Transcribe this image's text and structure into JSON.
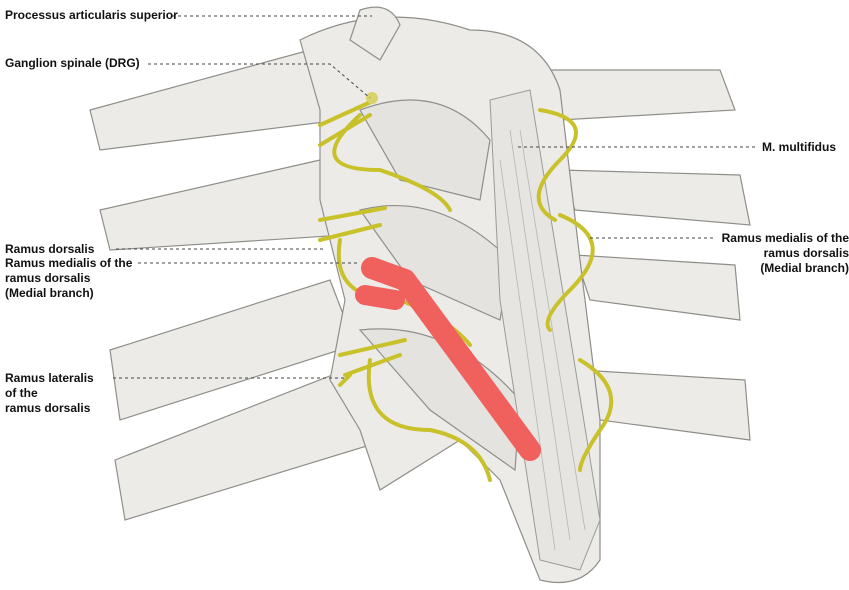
{
  "labels": {
    "processus": "Processus articularis superior",
    "ganglion": "Ganglion spinale (DRG)",
    "multifidus": "M. multifidus",
    "medialis_right": [
      "Ramus medialis of the",
      "ramus dorsalis",
      "(Medial branch)"
    ],
    "dorsalis": "Ramus dorsalis",
    "medialis_left": [
      "Ramus medialis of the",
      "ramus dorsalis",
      "(Medial branch)"
    ],
    "lateralis": [
      "Ramus lateralis",
      "of the",
      "ramus dorsalis"
    ]
  },
  "colors": {
    "bone": "#ecebe8",
    "bone_stroke": "#8f8f8a",
    "nerve": "#c9c12a",
    "highlight": "#f0605d",
    "leader": "#444444"
  }
}
